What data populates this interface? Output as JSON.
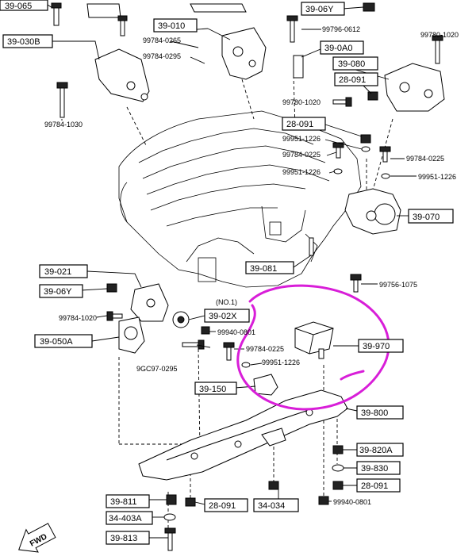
{
  "labels": {
    "c39_065": "39-065",
    "c39_030B": "39-030B",
    "c39_010": "39-010",
    "c39_06Y_top": "39-06Y",
    "c39_0A0": "39-0A0",
    "c39_080": "39-080",
    "c28_091_top": "28-091",
    "c28_091_mid": "28-091",
    "c39_070": "39-070",
    "c39_081": "39-081",
    "c39_021": "39-021",
    "c39_06Y_left": "39-06Y",
    "c39_050A": "39-050A",
    "c39_02X": "39-02X",
    "no1": "(NO.1)",
    "c39_970": "39-970",
    "c39_150": "39-150",
    "c39_800": "39-800",
    "c39_820A": "39-820A",
    "c39_830": "39-830",
    "c28_091_lowright": "28-091",
    "c39_811": "39-811",
    "c28_091_bottom": "28-091",
    "c34_034": "34-034",
    "c34_403A": "34-403A",
    "c39_813": "39-813"
  },
  "parts": {
    "p99784_0265": "99784-0265",
    "p99796_0612": "99796-0612",
    "p99780_1020_top": "99780-1020",
    "p99784_0295": "99784-0295",
    "p99784_1030": "99784-1030",
    "p99780_1020_mid": "99780-1020",
    "p99951_1226_a": "99951-1226",
    "p99784_0225_a": "99784-0225",
    "p99784_0225_b": "99784-0225",
    "p99951_1226_b": "99951-1226",
    "p99951_1226_c": "99951-1226",
    "p99756_1075": "99756-1075",
    "p99784_1020": "99784-1020",
    "p99940_0801_a": "99940-0801",
    "p99784_0225_c": "99784-0225",
    "p99951_1226_d": "99951-1226",
    "p9GC97_0295": "9GC97-0295",
    "p99940_0801_b": "99940-0801"
  },
  "fwd": "FWD",
  "colors": {
    "highlight": "#d81ed8",
    "ink": "#000000"
  }
}
